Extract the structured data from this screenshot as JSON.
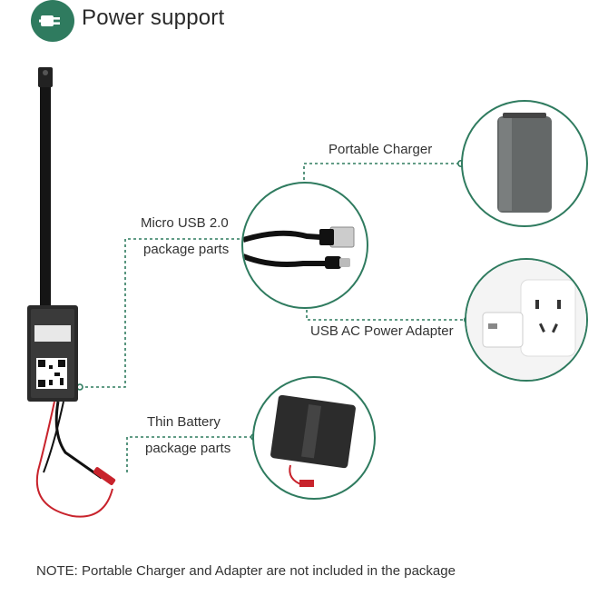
{
  "header": {
    "title": "Power support",
    "icon": "power-plug-icon"
  },
  "labels": {
    "micro_usb_line1": "Micro USB 2.0",
    "micro_usb_line2": "package parts",
    "portable_charger": "Portable Charger",
    "usb_ac_adapter": "USB AC Power Adapter",
    "thin_battery_line1": "Thin Battery",
    "thin_battery_line2": "package parts"
  },
  "note": "NOTE: Portable Charger and Adapter are not included in the package",
  "colors": {
    "accent": "#2f7b5f",
    "cable": "#1a1a1a",
    "wire_red": "#c8232c"
  }
}
